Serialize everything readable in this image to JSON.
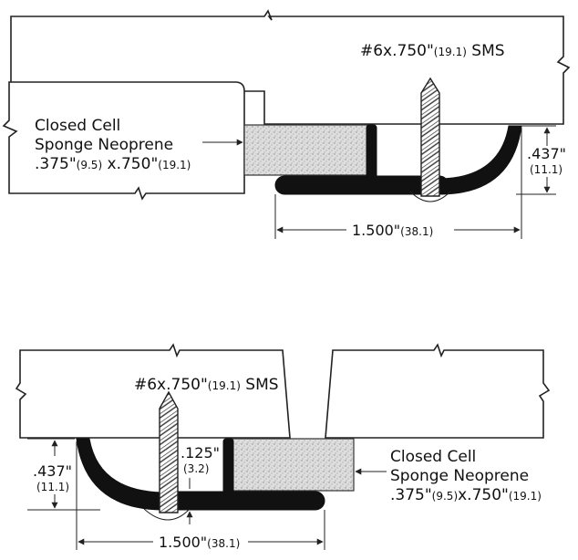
{
  "top_detail": {
    "screw_label": "#6x.750\"",
    "screw_label_metric": "(19.1)",
    "screw_label_suffix": " SMS",
    "sponge_line1": "Closed Cell",
    "sponge_line2": "Sponge Neoprene",
    "sponge_dim_a": ".375\"",
    "sponge_dim_a_metric": "(9.5)",
    "sponge_dim_b": " x.750\"",
    "sponge_dim_b_metric": "(19.1)",
    "height_dim": ".437\"",
    "height_dim_metric": "(11.1)",
    "width_dim": "1.500\"",
    "width_dim_metric": "(38.1)"
  },
  "bottom_detail": {
    "screw_label": "#6x.750\"",
    "screw_label_metric": "(19.1)",
    "screw_label_suffix": " SMS",
    "sponge_line1": "Closed Cell",
    "sponge_line2": "Sponge Neoprene",
    "sponge_dim_a": ".375\"",
    "sponge_dim_a_metric": "(9.5)",
    "sponge_dim_b": "x.750\"",
    "sponge_dim_b_metric": "(19.1)",
    "height_dim": ".437\"",
    "height_dim_metric": "(11.1)",
    "gap_dim": ".125\"",
    "gap_dim_metric": "(3.2)",
    "width_dim": "1.500\"",
    "width_dim_metric": "(38.1)"
  }
}
